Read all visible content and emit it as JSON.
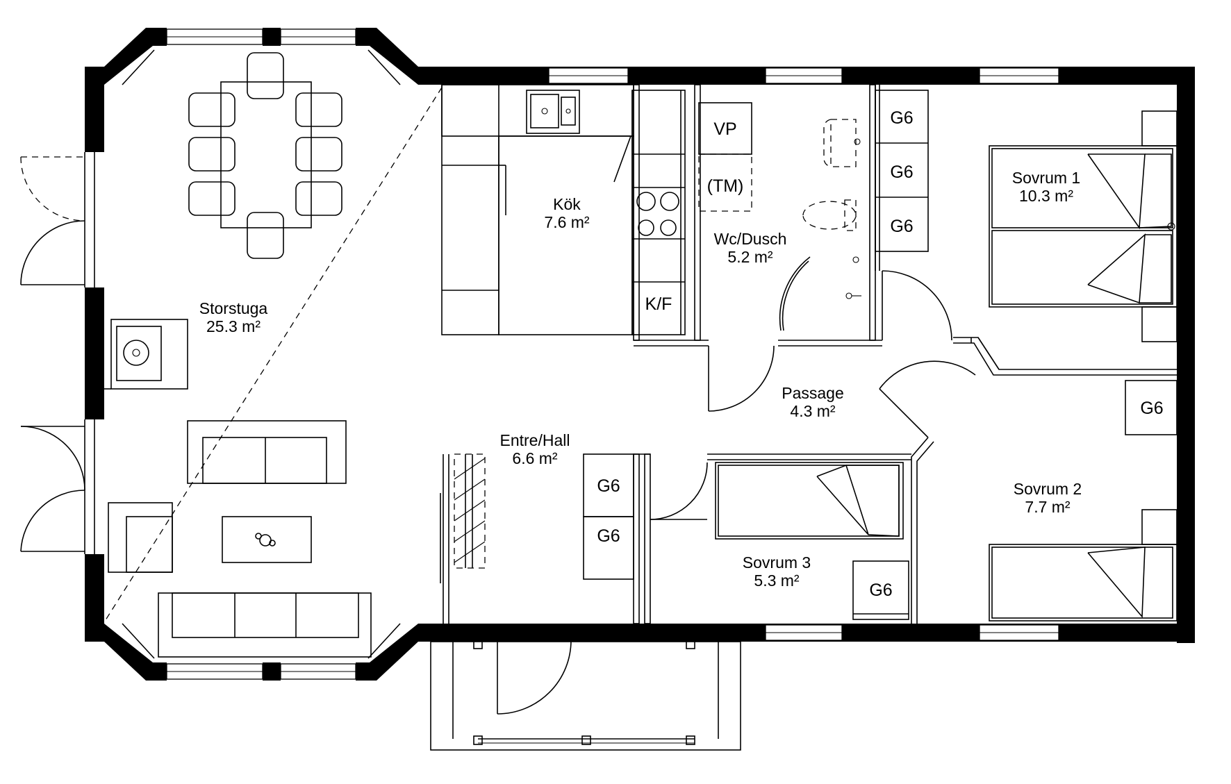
{
  "rooms": [
    {
      "id": "storstuga",
      "name": "Storstuga",
      "area": "25.3 m²"
    },
    {
      "id": "kok",
      "name": "Kök",
      "area": "7.6 m²"
    },
    {
      "id": "wc",
      "name": "Wc/Dusch",
      "area": "5.2 m²"
    },
    {
      "id": "sovrum1",
      "name": "Sovrum 1",
      "area": "10.3 m²"
    },
    {
      "id": "passage",
      "name": "Passage",
      "area": "4.3 m²"
    },
    {
      "id": "entre",
      "name": "Entre/Hall",
      "area": "6.6 m²"
    },
    {
      "id": "sovrum2",
      "name": "Sovrum 2",
      "area": "7.7 m²"
    },
    {
      "id": "sovrum3",
      "name": "Sovrum 3",
      "area": "5.3 m²"
    }
  ],
  "fixtures": {
    "vp": "VP",
    "tm": "(TM)",
    "kf": "K/F",
    "g6": "G6"
  }
}
